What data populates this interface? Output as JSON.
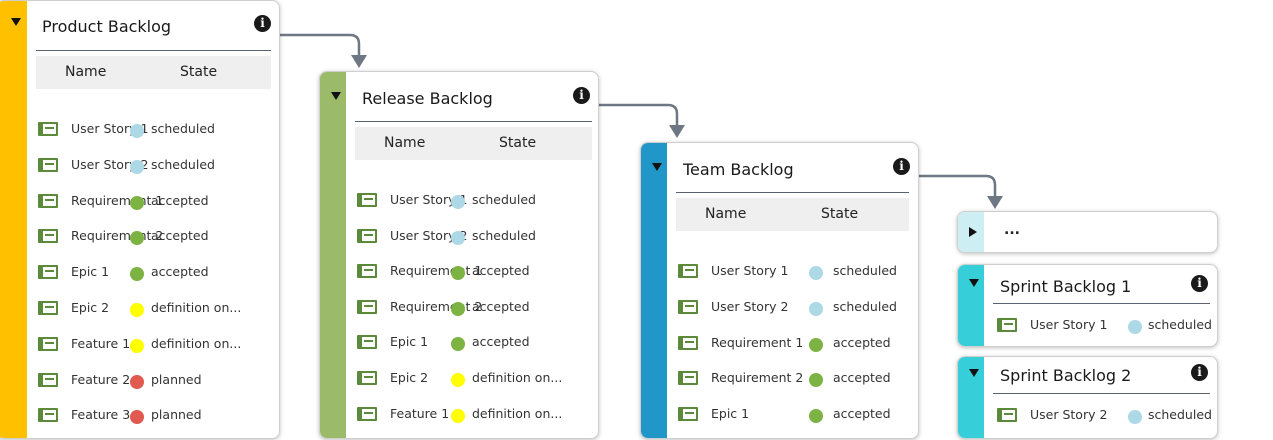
{
  "colors": {
    "product_bar": "#ffc000",
    "release_bar": "#9bbb6a",
    "team_bar": "#2196c8",
    "sprint_bar": "#36cfd9",
    "scheduled": "#add8e6",
    "accepted": "#7cb342",
    "definition": "#ffff00",
    "planned": "#e05a50",
    "connector": "#6e7884"
  },
  "product": {
    "title": "Product Backlog",
    "col_name": "Name",
    "col_state": "State",
    "rows": [
      {
        "name": "User Story 1",
        "state": "scheduled",
        "status": "scheduled"
      },
      {
        "name": "User Story 2",
        "state": "scheduled",
        "status": "scheduled"
      },
      {
        "name": "Requirement 1",
        "state": "accepted",
        "status": "accepted"
      },
      {
        "name": "Requirement 2",
        "state": "accepted",
        "status": "accepted"
      },
      {
        "name": "Epic 1",
        "state": "accepted",
        "status": "accepted"
      },
      {
        "name": "Epic 2",
        "state": "definition on...",
        "status": "definition"
      },
      {
        "name": "Feature 1",
        "state": "definition on...",
        "status": "definition"
      },
      {
        "name": "Feature 2",
        "state": "planned",
        "status": "planned"
      },
      {
        "name": "Feature 3",
        "state": "planned",
        "status": "planned"
      }
    ]
  },
  "release": {
    "title": "Release Backlog",
    "col_name": "Name",
    "col_state": "State",
    "rows": [
      {
        "name": "User Story 1",
        "state": "scheduled",
        "status": "scheduled"
      },
      {
        "name": "User Story 2",
        "state": "scheduled",
        "status": "scheduled"
      },
      {
        "name": "Requirement 1",
        "state": "accepted",
        "status": "accepted"
      },
      {
        "name": "Requirement 2",
        "state": "accepted",
        "status": "accepted"
      },
      {
        "name": "Epic 1",
        "state": "accepted",
        "status": "accepted"
      },
      {
        "name": "Epic 2",
        "state": "definition on...",
        "status": "definition"
      },
      {
        "name": "Feature 1",
        "state": "definition on...",
        "status": "definition"
      }
    ]
  },
  "team": {
    "title": "Team Backlog",
    "col_name": "Name",
    "col_state": "State",
    "rows": [
      {
        "name": "User Story 1",
        "state": "scheduled",
        "status": "scheduled"
      },
      {
        "name": "User Story 2",
        "state": "scheduled",
        "status": "scheduled"
      },
      {
        "name": "Requirement 1",
        "state": "accepted",
        "status": "accepted"
      },
      {
        "name": "Requirement 2",
        "state": "accepted",
        "status": "accepted"
      },
      {
        "name": "Epic 1",
        "state": "accepted",
        "status": "accepted"
      }
    ]
  },
  "collapsed": {
    "label": "..."
  },
  "sprint1": {
    "title": "Sprint Backlog 1",
    "rows": [
      {
        "name": "User Story 1",
        "state": "scheduled",
        "status": "scheduled"
      }
    ]
  },
  "sprint2": {
    "title": "Sprint Backlog 2",
    "rows": [
      {
        "name": "User Story 2",
        "state": "scheduled",
        "status": "scheduled"
      }
    ]
  }
}
